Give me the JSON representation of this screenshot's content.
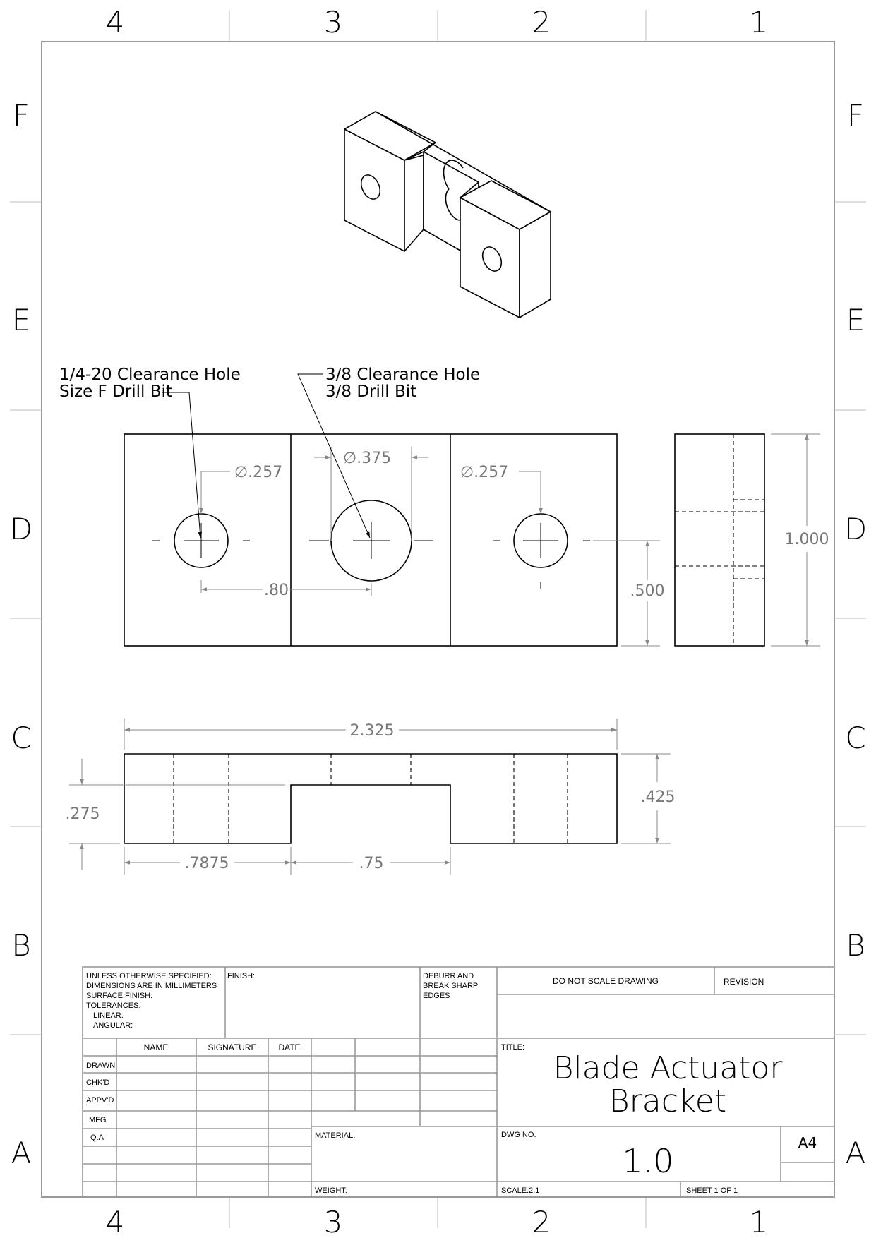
{
  "zones": {
    "columns": [
      "4",
      "3",
      "2",
      "1"
    ],
    "rows": [
      "F",
      "E",
      "D",
      "C",
      "B",
      "A"
    ]
  },
  "notes": {
    "left_hole_line1": "1/4-20 Clearance Hole",
    "left_hole_line2": "Size F Drill Bit",
    "center_hole_line1": "3/8 Clearance Hole",
    "center_hole_line2": "3/8 Drill Bit"
  },
  "dimensions": {
    "left_hole_dia": "∅.257",
    "center_hole_dia": "∅.375",
    "right_hole_dia": "∅.257",
    "hole_spacing": ".80",
    "hole_height": ".500",
    "overall_height": "1.000",
    "overall_length": "2.325",
    "step_depth": ".275",
    "overall_thickness": ".425",
    "step_start": ".7875",
    "slot_width": ".75"
  },
  "title_block": {
    "tolerance_note": [
      "UNLESS OTHERWISE SPECIFIED:",
      "DIMENSIONS ARE IN MILLIMETERS",
      "SURFACE FINISH:",
      "TOLERANCES:",
      "LINEAR:",
      "ANGULAR:"
    ],
    "finish_label": "FINISH:",
    "deburr_note": [
      "DEBURR AND",
      "BREAK SHARP",
      "EDGES"
    ],
    "do_not_scale": "DO NOT SCALE DRAWING",
    "revision_label": "REVISION",
    "col_headers": [
      "NAME",
      "SIGNATURE",
      "DATE"
    ],
    "row_labels": [
      "DRAWN",
      "CHK'D",
      "APPV'D",
      "MFG",
      "Q.A"
    ],
    "title_label": "TITLE:",
    "title_line1": "Blade Actuator",
    "title_line2": "Bracket",
    "material_label": "MATERIAL:",
    "dwg_no_label": "DWG NO.",
    "dwg_no": "1.0",
    "sheet_size": "A4",
    "weight_label": "WEIGHT:",
    "scale": "SCALE:2:1",
    "sheet": "SHEET 1 OF 1"
  }
}
